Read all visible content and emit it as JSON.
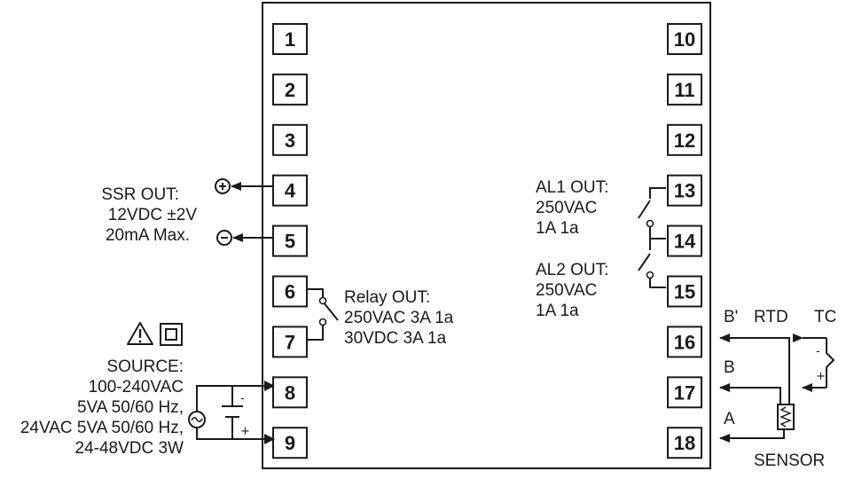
{
  "terminals_left": [
    "1",
    "2",
    "3",
    "4",
    "5",
    "6",
    "7",
    "8",
    "9"
  ],
  "terminals_right": [
    "10",
    "11",
    "12",
    "13",
    "14",
    "15",
    "16",
    "17",
    "18"
  ],
  "ssr": {
    "line1": "SSR OUT:",
    "line2": "12VDC ±2V",
    "line3": "20mA Max."
  },
  "relay": {
    "line1": "Relay OUT:",
    "line2": "250VAC 3A 1a",
    "line3": "30VDC 3A 1a"
  },
  "source": {
    "line1": "SOURCE:",
    "line2": "100-240VAC",
    "line3": "5VA 50/60 Hz,",
    "line4": "24VAC 5VA 50/60 Hz,",
    "line5": "24-48VDC 3W",
    "minus": "-",
    "plus": "+"
  },
  "al1": {
    "line1": "AL1 OUT:",
    "line2": "250VAC",
    "line3": "1A 1a"
  },
  "al2": {
    "line1": "AL2 OUT:",
    "line2": "250VAC",
    "line3": "1A 1a"
  },
  "sensor": {
    "rtd": "RTD",
    "tc": "TC",
    "b_prime": "B'",
    "b": "B",
    "a": "A",
    "tc_minus": "-",
    "tc_plus": "+",
    "label": "SENSOR"
  }
}
